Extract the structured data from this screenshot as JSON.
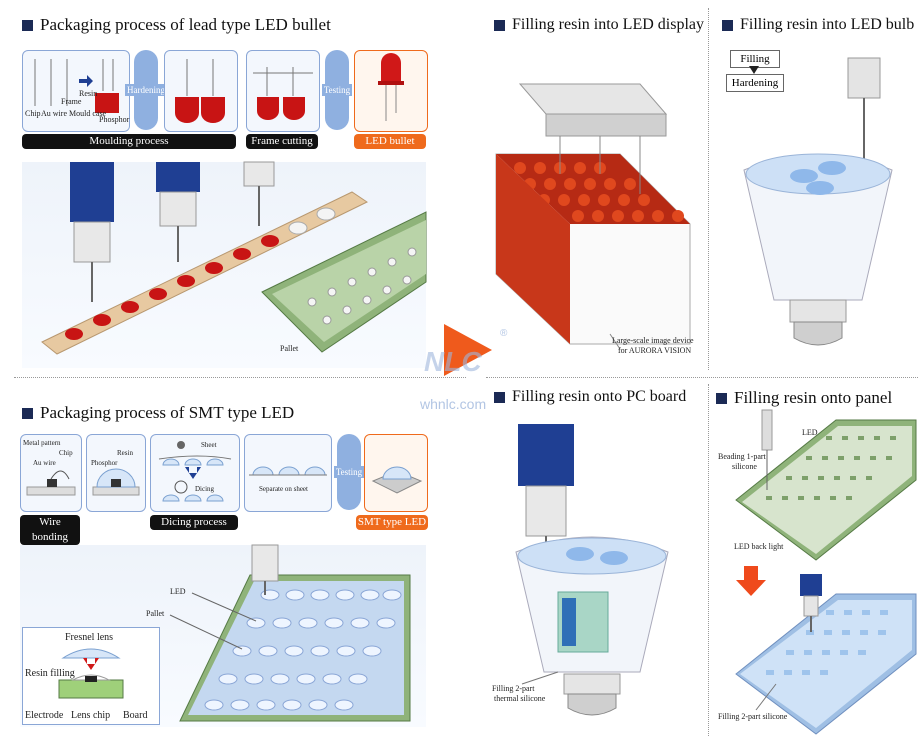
{
  "sections": {
    "lead": {
      "title": "Packaging process of lead type LED bullet",
      "hardening": "Hardening",
      "testing": "Testing",
      "moulding_process": "Moulding process",
      "frame_cutting": "Frame cutting",
      "led_bullet": "LED bullet",
      "labels": {
        "frame": "Frame",
        "resin": "Resin",
        "chip": "Chip",
        "au_wire": "Au wire",
        "mould_case": "Mould case",
        "phosphor": "Phosphor"
      },
      "pallet": "Pallet"
    },
    "smt": {
      "title": "Packaging process of SMT type LED",
      "labels": {
        "metal_pattern": "Metal pattern",
        "chip": "Chip",
        "au_wire": "Au wire",
        "resin": "Resin",
        "phosphor": "Phosphor",
        "sheet": "Sheet",
        "dicing": "Dicing",
        "separate_on_sheet": "Separate on sheet"
      },
      "wire_bonding": "Wire bonding",
      "dicing_process": "Dicing process",
      "testing": "Testing",
      "smt_type_led": "SMT type LED",
      "led": "LED",
      "pallet": "Pallet",
      "inset": {
        "fresnel_lens": "Fresnel lens",
        "resin_filling": "Resin filling",
        "electrode": "Electrode",
        "lens_chip": "Lens chip",
        "board": "Board"
      }
    },
    "display": {
      "title": "Filling resin into LED display",
      "caption_line1": "Large-scale image device",
      "caption_line2": "for AURORA VISION"
    },
    "bulb": {
      "title": "Filling resin into LED bulb",
      "filling": "Filling",
      "hardening": "Hardening"
    },
    "pcboard": {
      "title": "Filling resin onto PC board",
      "caption_line1": "Filling 2-part",
      "caption_line2": "thermal silicone"
    },
    "panel": {
      "title": "Filling resin onto panel",
      "led": "LED",
      "beading_line1": "Beading 1-part",
      "beading_line2": "silicone",
      "led_back_light": "LED back light",
      "filling_caption": "Filling 2-part silicone"
    }
  },
  "watermark": {
    "logo": "NLC",
    "site": "whnlc.com",
    "registered": "®"
  },
  "colors": {
    "accent_orange": "#ef6a1c",
    "resin_red": "#c81414",
    "nozzle_blue": "#1f3f93",
    "title_square": "#1b2a55",
    "box_border": "#8aa6d6",
    "board_green": "#8fb37a"
  }
}
